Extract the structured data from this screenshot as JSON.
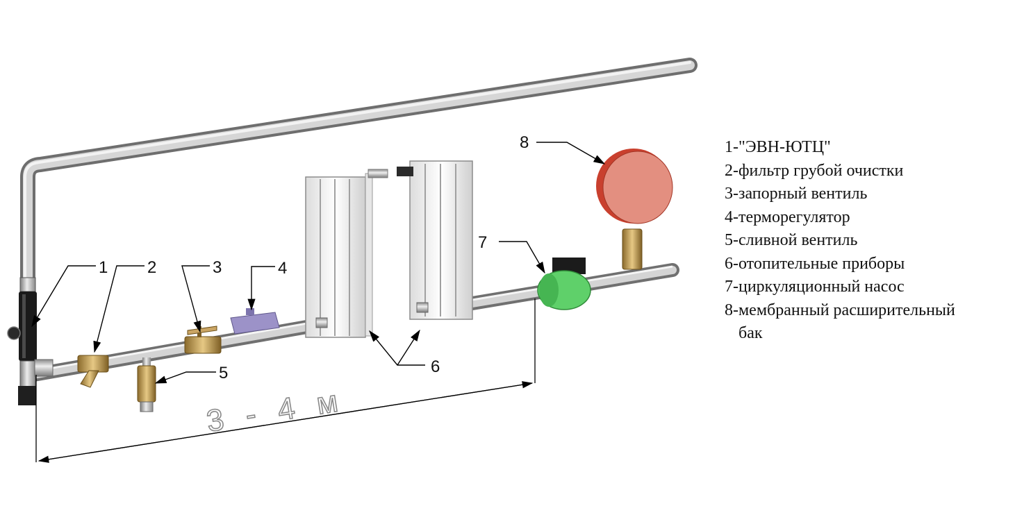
{
  "legend": {
    "items": [
      "1-\"ЭВН-ЮТЦ\"",
      "2-фильтр грубой очистки",
      "3-запорный вентиль",
      "4-терморегулятор",
      "5-сливной вентиль",
      "6-отопительные приборы",
      "7-циркуляционный насос",
      "8-мембранный расширительный"
    ],
    "item8_continuation": "бак"
  },
  "callouts": {
    "c1": "1",
    "c2": "2",
    "c3": "3",
    "c4": "4",
    "c5": "5",
    "c6": "6",
    "c7": "7",
    "c8": "8"
  },
  "dimension_label": "3 - 4 м",
  "colors": {
    "pipe": "#b4b4b4",
    "brass": "#c9a55a",
    "pump": "#5fd06a",
    "tank": "#e38f80",
    "heater": "#1a1a1a",
    "thermoregulator": "#9c92c8"
  }
}
